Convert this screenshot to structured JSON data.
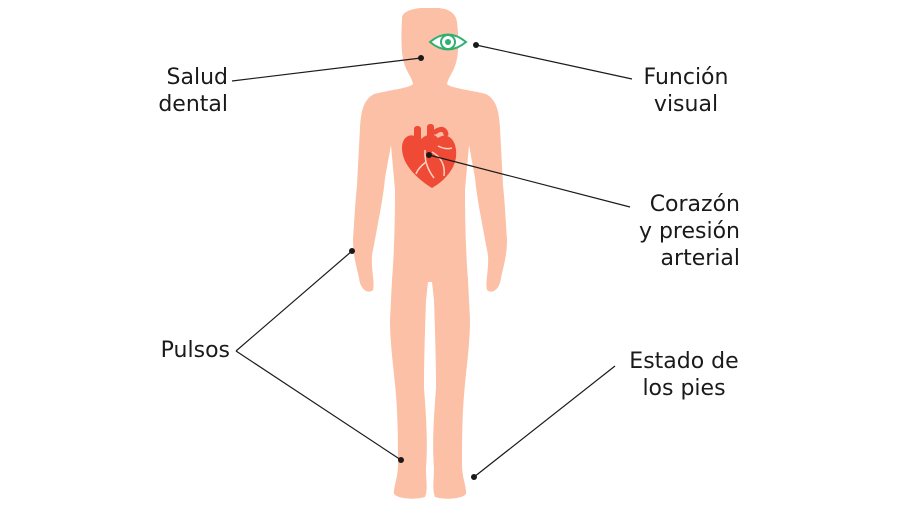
{
  "colors": {
    "body": "#fbc0a5",
    "heart": "#ee4a36",
    "heart_vessels": "#fbd3c2",
    "eye": "#2fb071",
    "line": "#1a1a1a",
    "text": "#1a1a1a"
  },
  "icons": [
    "human-body-silhouette",
    "eye-icon",
    "heart-icon"
  ],
  "labels": {
    "salud_dental": [
      "Salud",
      "dental"
    ],
    "funcion_visual": [
      "Función",
      "visual"
    ],
    "corazon": [
      "Corazón",
      "y presión",
      "arterial"
    ],
    "pulsos": [
      "Pulsos"
    ],
    "estado_pies": [
      "Estado de",
      "los pies"
    ]
  }
}
